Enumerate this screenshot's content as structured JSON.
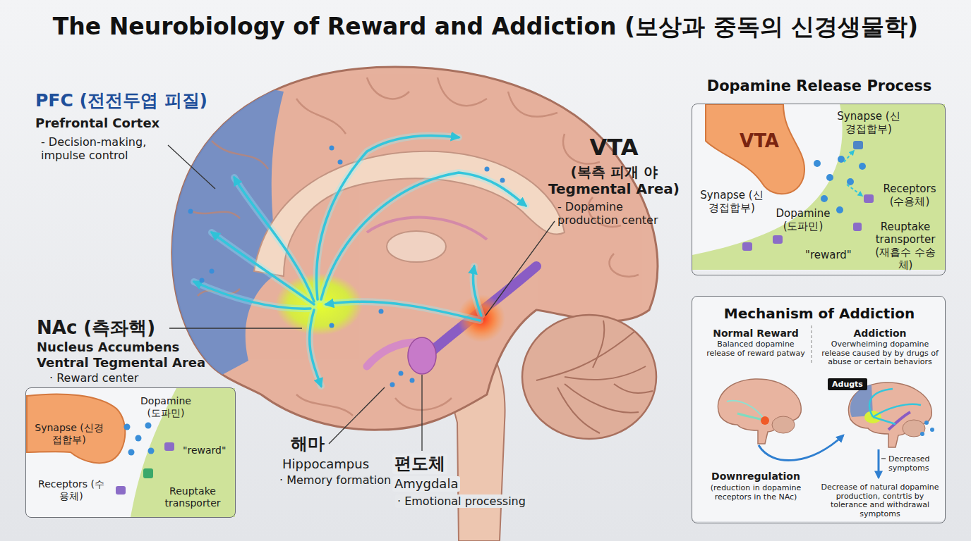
{
  "diagram": {
    "title": "The Neurobiology of Reward and Addiction (보상과 중독의 신경생물학)",
    "nodes": [
      {
        "text": [
          "Dopamine Release Process",
          "Synapse (신경접합부)",
          "Receptors (수용체)",
          "Synapse (신경접합부)",
          "Dopamine (도파민)",
          "Reuptake transporter (재흡수 수송체)",
          "\"reward\""
        ]
      },
      {
        "text": [
          "VTA"
        ],
        "in": 0
      },
      {
        "text": [
          "Mechanism of Addiction",
          "Normal Reward",
          "Balanced dopamine release of reward patway",
          "Addiction",
          "Overwheiming dopamine release caused by by drugs of abuse or certain behaviors",
          "Decreased symptoms",
          "Downregulation",
          "(reduction in dopamine receptors in the NAc)",
          "Decrease of natural dopamine production, contrtis by tolerance and withdrawal symptoms"
        ]
      },
      {
        "text": [
          "Adugts"
        ],
        "in": 2
      },
      {
        "text": [
          "Dopamine (도파민)",
          "Synapse (신경접합부)",
          "\"reward\"",
          "Receptors (수용체)",
          "Reuptake transporter"
        ]
      }
    ],
    "labels": [
      "PFC (전전두엽 피질)",
      "Prefrontal Cortex",
      "- Decision-making, impulse control",
      "VTA",
      "(복측 피개 야 Tegmental Area)",
      "- Dopamine production center",
      "NAc (측좌핵)",
      "Nucleus Accumbens Ventral Tegmental Area",
      "· Reward center",
      "해마",
      "Hippocampus",
      "· Memory formation",
      "편도체",
      "Amygdala",
      "· Emotional processing"
    ]
  }
}
